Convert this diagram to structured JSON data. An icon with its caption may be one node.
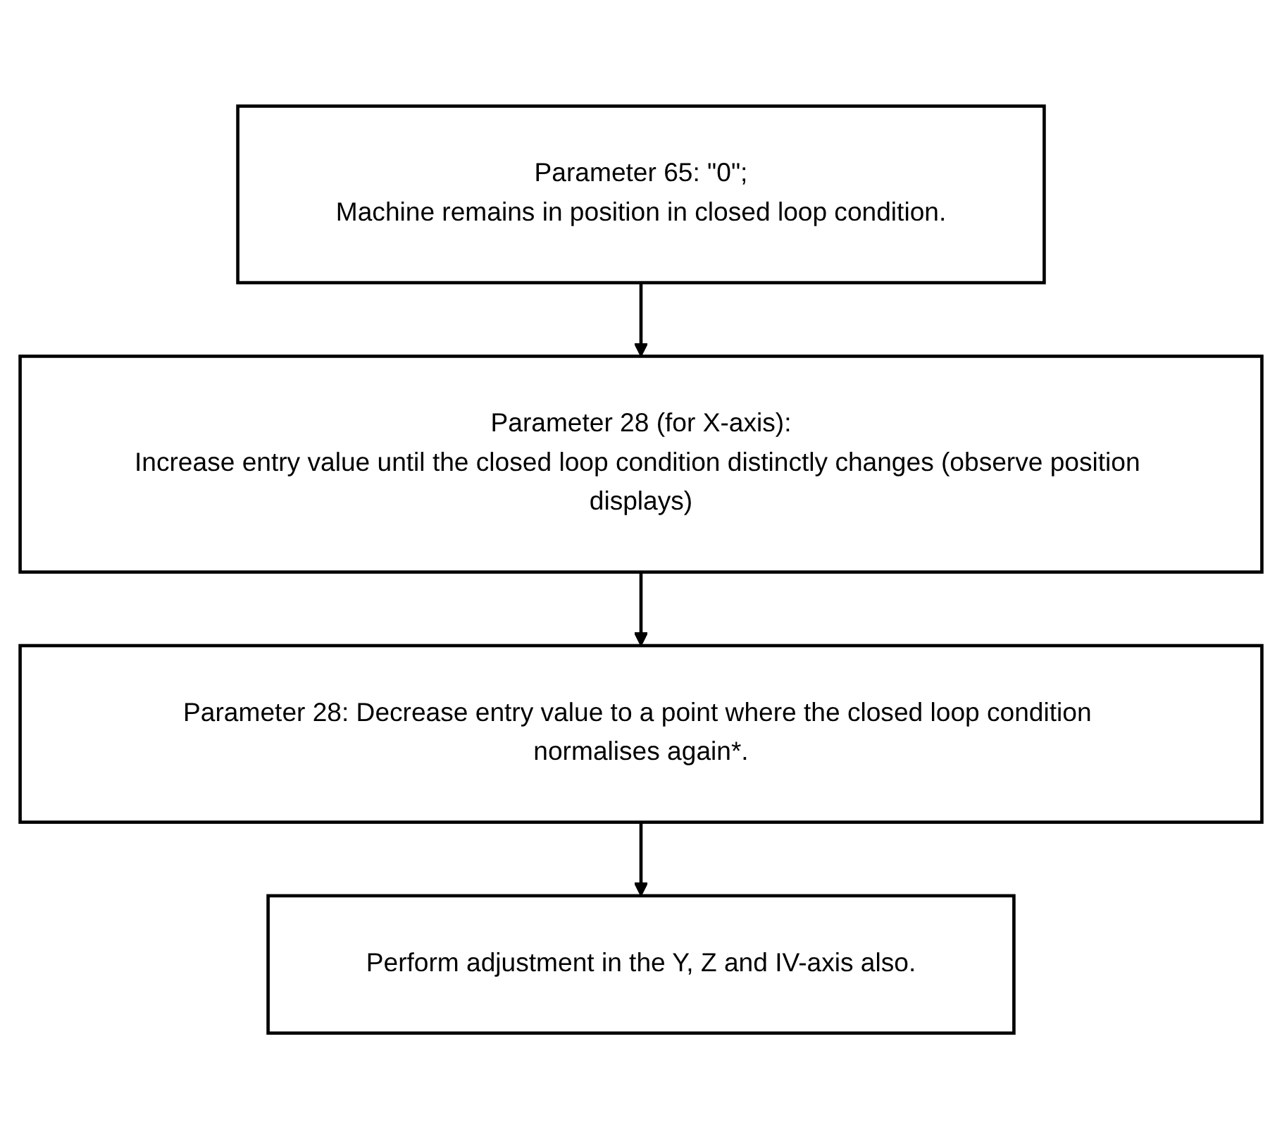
{
  "diagram": {
    "nodes": [
      {
        "text": [
          "Parameter 65: \"0\";",
          "Machine remains in position in closed loop condition."
        ]
      },
      {
        "text": [
          "Parameter 28 (for X-axis):",
          "Increase entry value until the closed loop condition distinctly changes (observe position displays)"
        ]
      },
      {
        "text": [
          "Parameter 28: Decrease entry value to a point where the closed loop condition normalises again*."
        ]
      },
      {
        "text": [
          "Perform adjustment in the Y, Z and IV-axis also."
        ]
      }
    ],
    "edges": [
      {
        "from": 0,
        "to": 1,
        "arrow": "to"
      },
      {
        "from": 1,
        "to": 2,
        "arrow": "to"
      },
      {
        "from": 2,
        "to": 3,
        "arrow": "to"
      }
    ]
  }
}
